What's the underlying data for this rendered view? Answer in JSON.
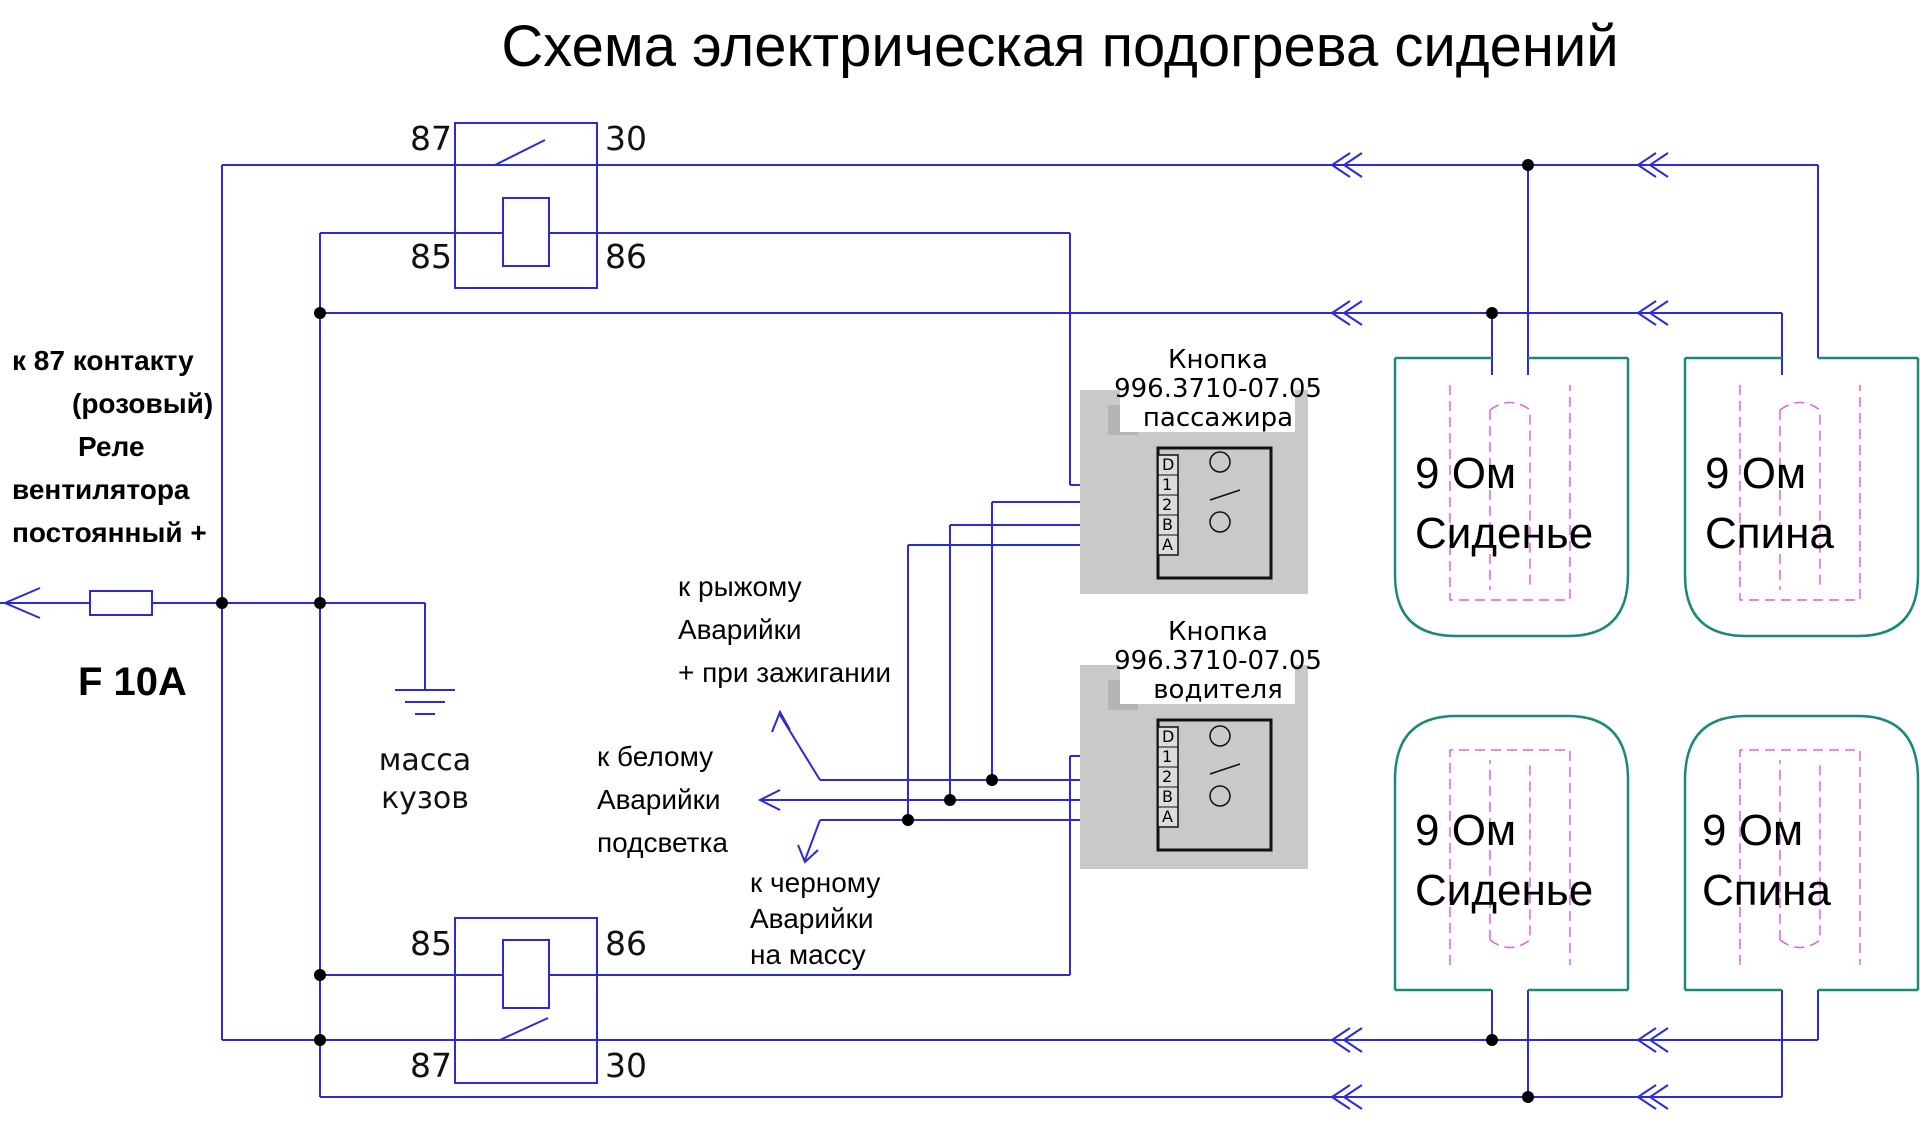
{
  "title": "Схема электрическая подогрева сидений",
  "relay_top": {
    "pins": [
      "87",
      "30",
      "85",
      "86"
    ]
  },
  "relay_bottom": {
    "pins": [
      "85",
      "86",
      "87",
      "30"
    ]
  },
  "left_note": {
    "lines": [
      "к 87 контакту",
      "(розовый)",
      "Реле",
      "вентилятора",
      "постоянный +"
    ]
  },
  "fuse": {
    "label": "F 10A"
  },
  "ground": {
    "lines": [
      "масса",
      "кузов"
    ]
  },
  "button_passenger": {
    "lines": [
      "Кнопка",
      "996.3710-07.05",
      "пассажира"
    ],
    "pins": [
      "D",
      "1",
      "2",
      "B",
      "A"
    ]
  },
  "button_driver": {
    "lines": [
      "Кнопка",
      "996.3710-07.05",
      "водителя"
    ],
    "pins": [
      "D",
      "1",
      "2",
      "B",
      "A"
    ]
  },
  "wire_notes": {
    "orange": [
      "к рыжому",
      "Аварийки",
      "+ при зажигании"
    ],
    "white": [
      "к белому",
      "Аварийки",
      "подсветка"
    ],
    "black": [
      "к черному",
      "Аварийки",
      "на массу"
    ]
  },
  "heaters": [
    {
      "value": "9 Ом",
      "name": "Сиденье"
    },
    {
      "value": "9 Ом",
      "name": "Спина"
    },
    {
      "value": "9 Ом",
      "name": "Сиденье"
    },
    {
      "value": "9 Ом",
      "name": "Спина"
    }
  ],
  "colors": {
    "wire": "#2a2ad6",
    "heater_outline": "#1a8a78",
    "heater_coil": "#e060e0"
  }
}
